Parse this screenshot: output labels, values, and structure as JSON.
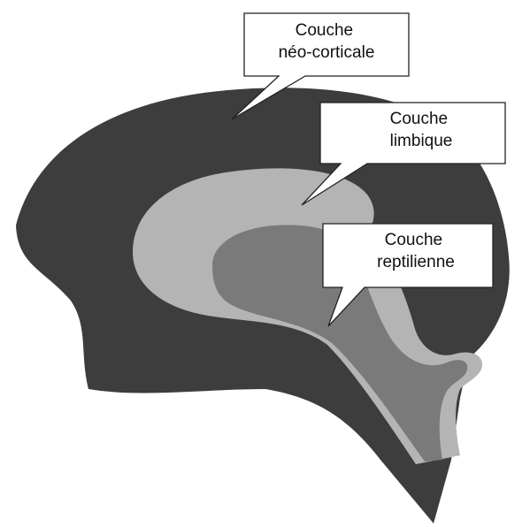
{
  "diagram": {
    "layers": [
      {
        "id": "neocortical",
        "lines": [
          "Couche",
          "néo-corticale"
        ],
        "fill": "#3d3d3d"
      },
      {
        "id": "limbic",
        "lines": [
          "Couche",
          "limbique"
        ],
        "fill": "#b4b4b4"
      },
      {
        "id": "reptilian",
        "lines": [
          "Couche",
          "reptilienne"
        ],
        "fill": "#7a7a7a"
      }
    ],
    "background": "#ffffff",
    "callout_fill": "#ffffff",
    "callout_stroke": "#222222"
  }
}
